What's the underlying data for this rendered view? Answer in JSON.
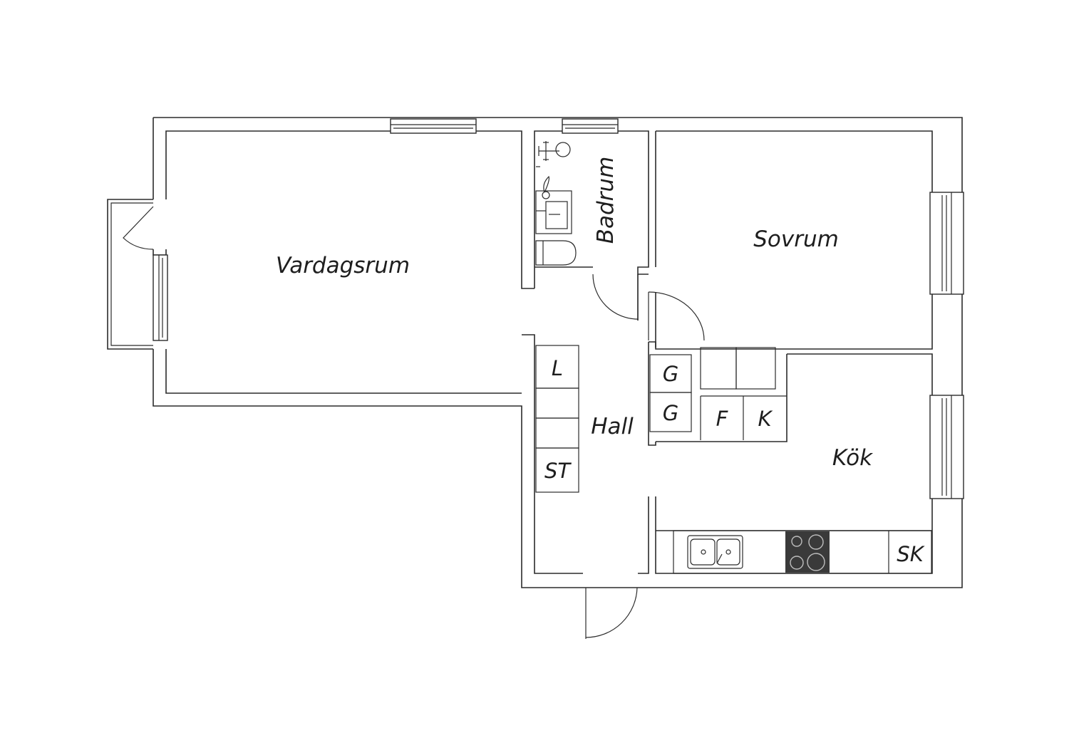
{
  "rooms": {
    "vardagsrum": "Vardagsrum",
    "badrum": "Badrum",
    "sovrum": "Sovrum",
    "hall": "Hall",
    "kok": "Kök"
  },
  "fixtures": {
    "linen_closet": "L",
    "storage_closet": "ST",
    "wardrobe_1": "G",
    "wardrobe_2": "G",
    "fridge": "F",
    "freezer": "K",
    "kitchen_cabinet": "SK"
  },
  "colors": {
    "line": "#2b2b2b",
    "stove": "#3a3a3a",
    "background": "#ffffff"
  }
}
